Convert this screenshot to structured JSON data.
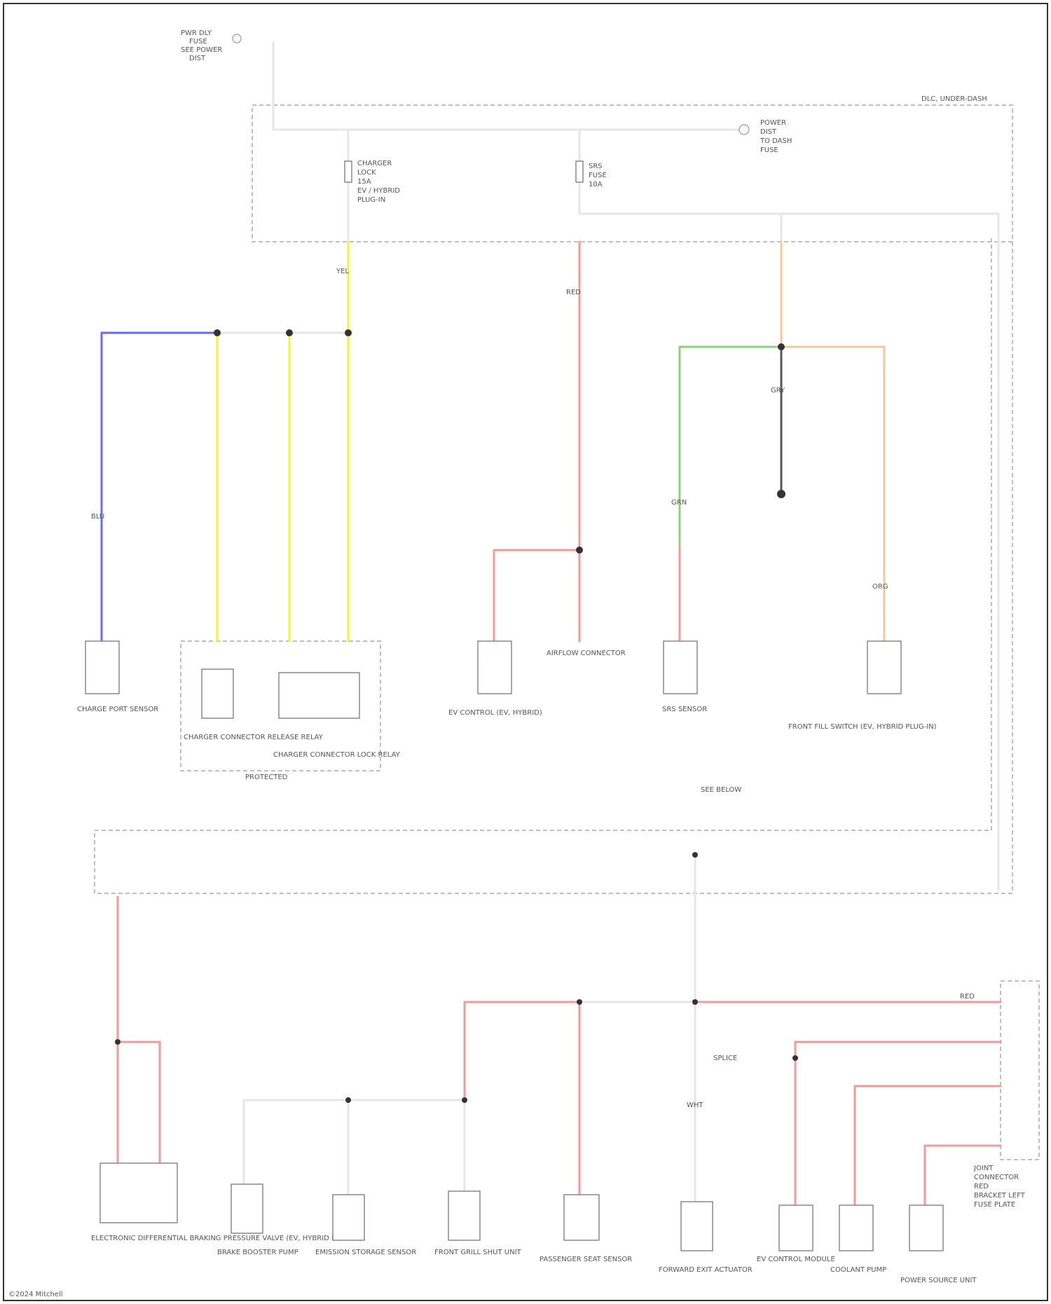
{
  "diagram": {
    "colors": {
      "white": "#e6e6e6",
      "yellow": "#f3f335",
      "blue": "#6a6af0",
      "red": "#f29a9a",
      "green": "#8fcf7b",
      "orange": "#f6c79a",
      "gray": "#555555"
    },
    "labels": {
      "top_source": [
        "PWR DLY",
        "FUSE",
        "SEE POWER",
        "DIST"
      ],
      "fuse_box": "DLC, UNDER-DASH",
      "right_ref": [
        "POWER",
        "DIST",
        "TO DASH",
        "FUSE"
      ],
      "fuse_a": [
        "CHARGER",
        "LOCK",
        "15A",
        "EV / HYBRID",
        "PLUG-IN"
      ],
      "fuse_b": [
        "SRS",
        "FUSE",
        "10A"
      ],
      "protected_group": "PROTECTED",
      "bottom_ref": "SEE BELOW",
      "footer": "©2024 Mitchell"
    },
    "components": [
      {
        "name": "CHARGE PORT SENSOR"
      },
      {
        "name": "CHARGER CONNECTOR RELEASE RELAY"
      },
      {
        "name": "CHARGER CONNECTOR LOCK RELAY"
      },
      {
        "name": "EV CONTROL (EV, HYBRID)"
      },
      {
        "name": "AIRFLOW CONNECTOR"
      },
      {
        "name": "SRS SENSOR"
      },
      {
        "name": "FRONT FILL SWITCH (EV, HYBRID PLUG-IN)"
      },
      {
        "name": "ELECTRONIC DIFFERENTIAL BRAKING PRESSURE VALVE (EV, HYBRID PLUG-IN)"
      },
      {
        "name": "BRAKE BOOSTER PUMP"
      },
      {
        "name": "EMISSION STORAGE SENSOR"
      },
      {
        "name": "FRONT GRILL SHUT UNIT"
      },
      {
        "name": "PASSENGER SEAT SENSOR"
      },
      {
        "name": "FORWARD EXIT ACTUATOR"
      },
      {
        "name": "EV CONTROL MODULE"
      },
      {
        "name": "COOLANT PUMP"
      },
      {
        "name": "POWER SOURCE UNIT"
      }
    ],
    "wire_labels": {
      "blue": "BLU",
      "yellow": "YEL",
      "red": "RED",
      "green": "GRN",
      "orange": "ORG",
      "white": "WHT",
      "gray": "GRY"
    },
    "right_connector": [
      "JOINT",
      "CONNECTOR",
      "RED",
      "BRACKET LEFT",
      "FUSE PLATE"
    ],
    "splice_label": "SPLICE"
  }
}
